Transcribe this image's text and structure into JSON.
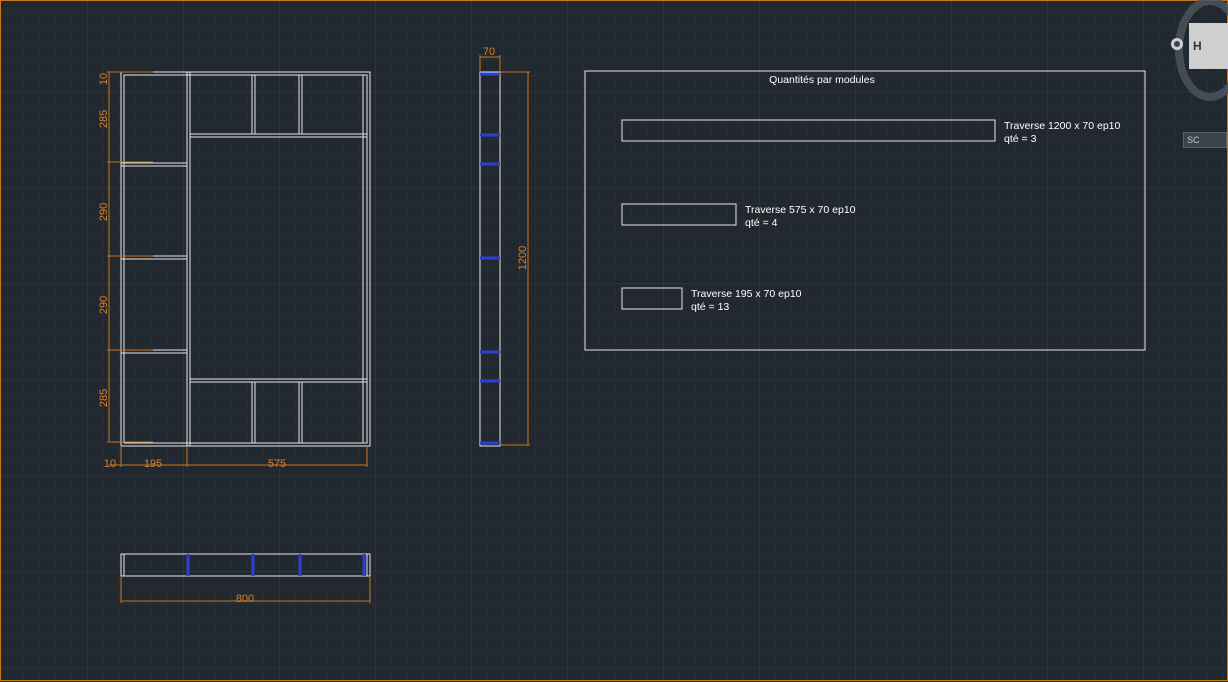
{
  "drawing": {
    "dimensions": {
      "top_edge": "10",
      "left_1": "285",
      "left_2": "290",
      "left_3": "290",
      "left_4": "285",
      "bottom_left": "10",
      "bottom_mid": "195",
      "bottom_right": "575",
      "side_width": "70",
      "side_height": "1200",
      "plan_width": "800"
    },
    "quantities": {
      "title": "Quantités par modules",
      "items": [
        {
          "name": "Traverse 1200 x 70 ep10",
          "qty": "qté = 3"
        },
        {
          "name": "Traverse 575 x 70 ep10",
          "qty": "qté = 4"
        },
        {
          "name": "Traverse 195 x 70 ep10",
          "qty": "qté = 13"
        }
      ]
    }
  },
  "viewcube": {
    "face_label": "H",
    "wcs_label": "SC"
  },
  "colors": {
    "background": "#212830",
    "geometry": "#e8e8e8",
    "dimension": "#c8761f",
    "highlight": "#2b3fd6"
  }
}
